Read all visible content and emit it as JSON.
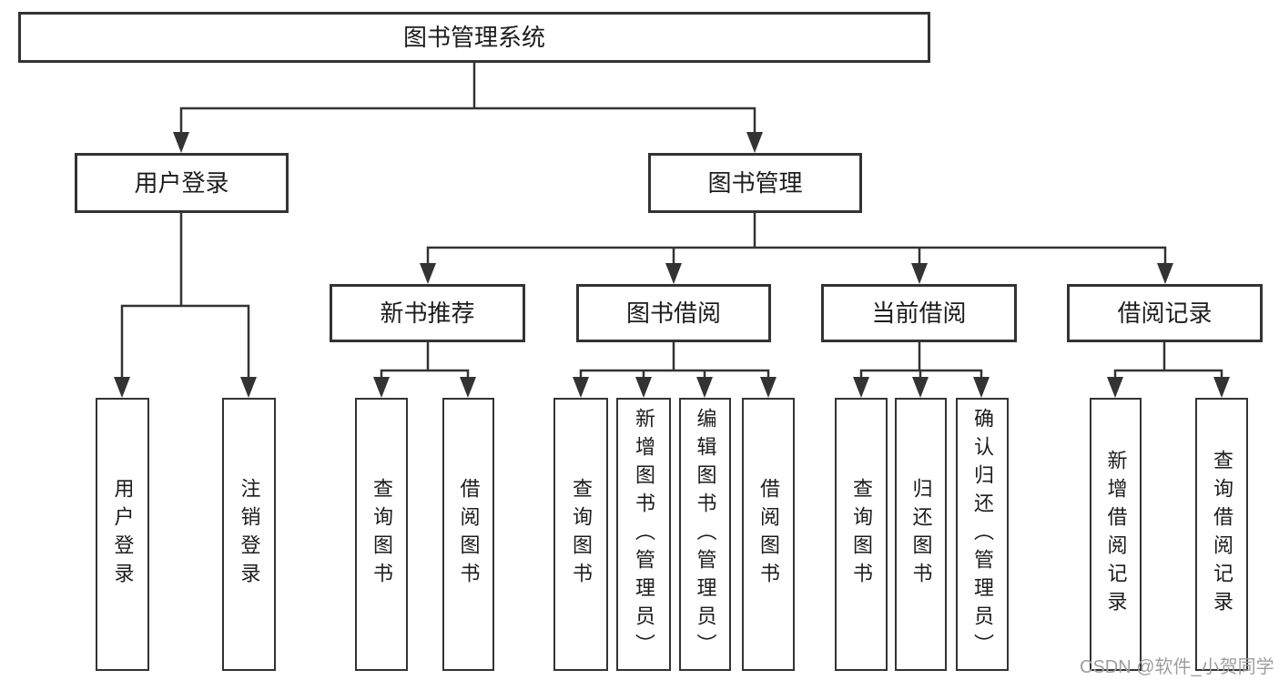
{
  "colors": {
    "background": "#ffffff",
    "line": "#333333",
    "box_border": "#333333",
    "text": "#1c1c1c",
    "watermark": "#9e9e9e"
  },
  "diagram": {
    "type": "hierarchy-tree",
    "root": {
      "label": "图书管理系统",
      "children": [
        {
          "label": "用户登录",
          "children": [
            {
              "label": "用户登录"
            },
            {
              "label": "注销登录"
            }
          ]
        },
        {
          "label": "图书管理",
          "children": [
            {
              "label": "新书推荐",
              "children": [
                {
                  "label": "查询图书"
                },
                {
                  "label": "借阅图书"
                }
              ]
            },
            {
              "label": "图书借阅",
              "children": [
                {
                  "label": "查询图书"
                },
                {
                  "label": "新增图书（管理员）"
                },
                {
                  "label": "编辑图书（管理员）"
                },
                {
                  "label": "借阅图书"
                }
              ]
            },
            {
              "label": "当前借阅",
              "children": [
                {
                  "label": "查询图书"
                },
                {
                  "label": "归还图书"
                },
                {
                  "label": "确认归还（管理员）"
                }
              ]
            },
            {
              "label": "借阅记录",
              "children": [
                {
                  "label": "新增借阅记录"
                },
                {
                  "label": "查询借阅记录"
                }
              ]
            }
          ]
        }
      ]
    }
  },
  "watermark": {
    "text": "CSDN @软件_小贺同学"
  }
}
